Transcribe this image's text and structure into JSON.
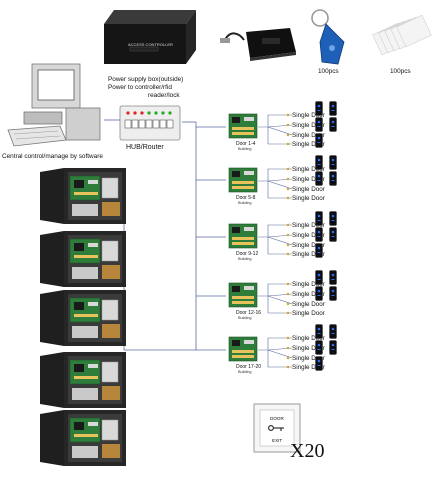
{
  "header": {
    "power_box_label": "Power supply box(outside)",
    "power_box_sublabel": "Power to controller/rfid",
    "power_box_sublabel2": "reader/lock",
    "controller_faceplate_text": "ACCESS CONTROLLER",
    "qty_fobs": "100pcs",
    "qty_cards": "100pcs"
  },
  "hub": {
    "label": "HUB/Router"
  },
  "computer": {
    "label": "Central control/manage by software"
  },
  "controllers": [
    {
      "label": "Door 1-4",
      "sub": "Building",
      "doors": [
        "Single Door",
        "Single Door",
        "Single Door",
        "Single Door"
      ]
    },
    {
      "label": "Door 5-8",
      "sub": "Building",
      "doors": [
        "Single Door",
        "Single Door",
        "Single Door",
        "Single Door"
      ]
    },
    {
      "label": "Door 9-12",
      "sub": "Building",
      "doors": [
        "Single Door",
        "Single Door",
        "Single Door",
        "Single Door"
      ]
    },
    {
      "label": "Door 12-16",
      "sub": "Building",
      "doors": [
        "Single Door",
        "Single Door",
        "Single Door",
        "Single Door"
      ]
    },
    {
      "label": "Door 17-20",
      "sub": "Building",
      "doors": [
        "Single Door",
        "Single Door",
        "Single Door",
        "Single Door"
      ]
    }
  ],
  "exit_button": {
    "line1": "DOOR",
    "line2": "EXIT",
    "quantity": "X20"
  },
  "colors": {
    "panel": "#1f1f1f",
    "board": "#2f7d3a",
    "line": "#5a6aa0",
    "reader": "#0d0d14",
    "reader_led": "#2a6df0"
  }
}
